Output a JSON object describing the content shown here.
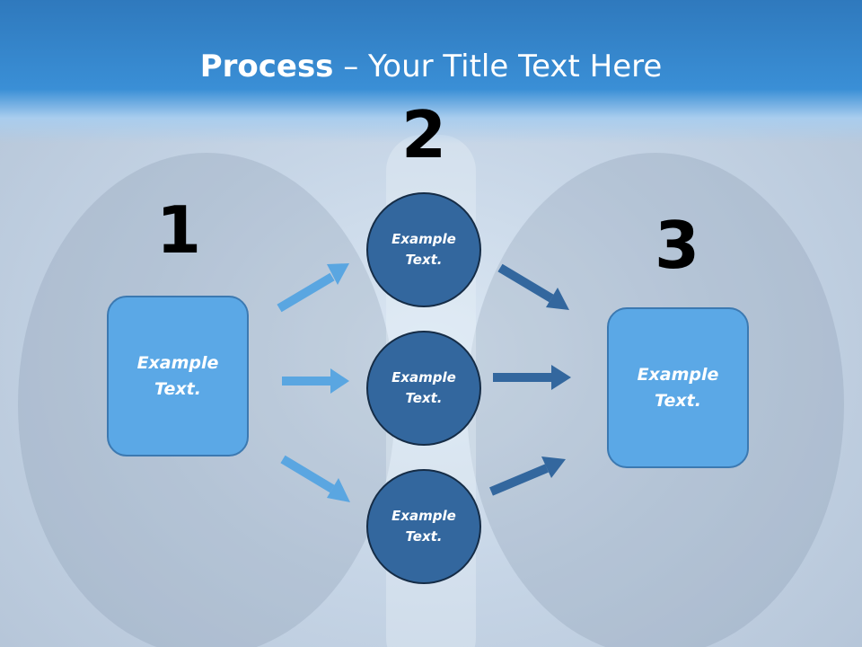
{
  "title": {
    "bold": "Process",
    "rest": " – Your Title Text Here"
  },
  "steps": [
    {
      "number": "1",
      "text": "Example Text."
    },
    {
      "number": "2",
      "items": [
        "Example Text.",
        "Example Text.",
        "Example Text."
      ]
    },
    {
      "number": "3",
      "text": "Example Text."
    }
  ],
  "colors": {
    "header": "#3a8fd6",
    "box_fill": "#5ba8e6",
    "circle_fill": "#33679e",
    "arrow_left": "#5aa6e1",
    "arrow_right": "#33679e"
  }
}
